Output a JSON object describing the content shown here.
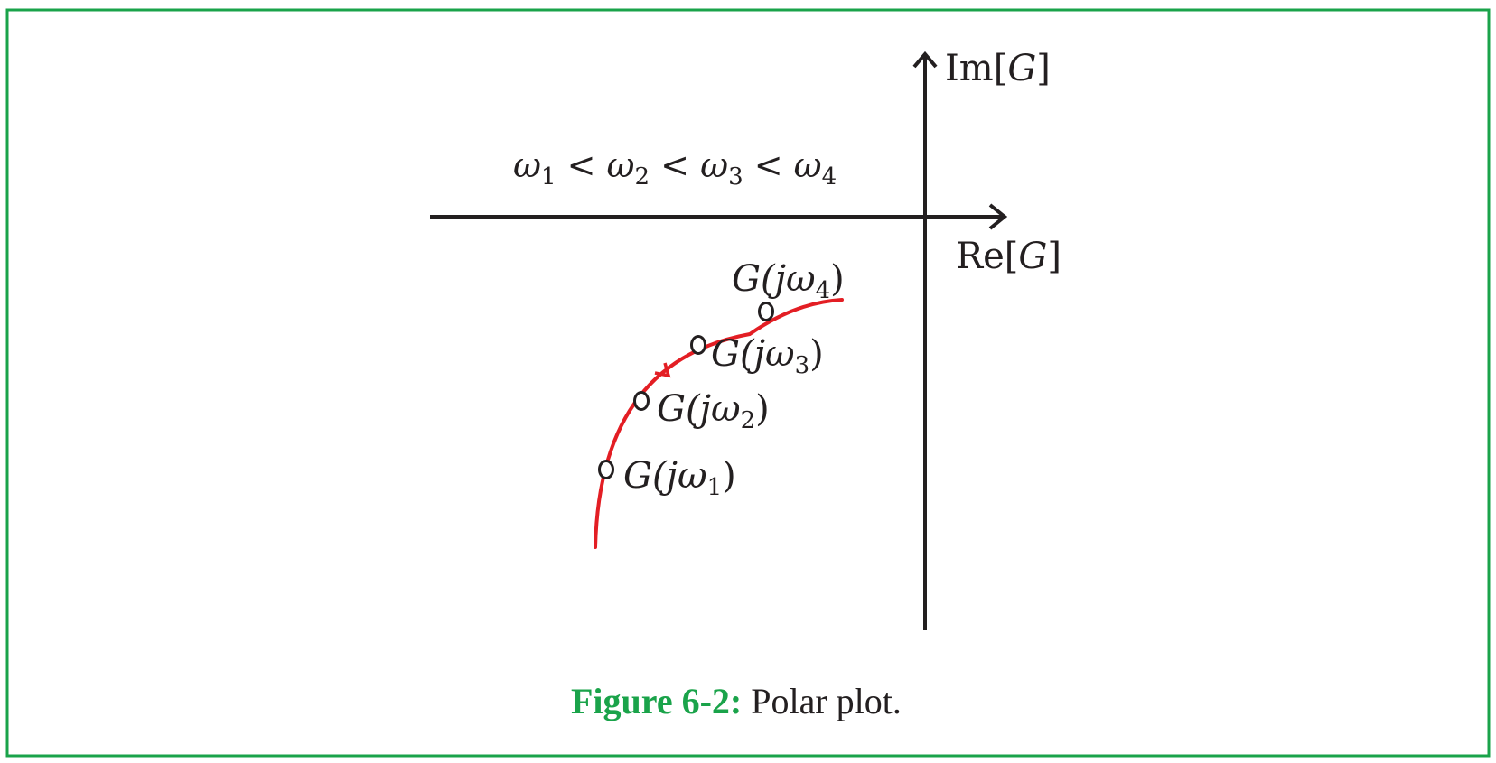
{
  "figure": {
    "frame_color": "#1aa34a",
    "curve_color": "#e31e24",
    "ink_color": "#231f20",
    "ordering_parts": [
      "ω",
      "1",
      " < ω",
      "2",
      " < ω",
      "3",
      " < ω",
      "4"
    ],
    "axes": {
      "re_label": {
        "pre": "Re[",
        "var": "G",
        "post": "]"
      },
      "im_label": {
        "pre": "Im[",
        "var": "G",
        "post": "]"
      }
    },
    "points": [
      {
        "id": "w1",
        "pre": "G(",
        "mid": "jω",
        "sub": "1",
        "post": ")"
      },
      {
        "id": "w2",
        "pre": "G(",
        "mid": "jω",
        "sub": "2",
        "post": ")"
      },
      {
        "id": "w3",
        "pre": "G(",
        "mid": "jω",
        "sub": "3",
        "post": ")"
      },
      {
        "id": "w4",
        "pre": "G(",
        "mid": "jω",
        "sub": "4",
        "post": ")"
      }
    ],
    "caption": {
      "label": "Figure 6-2:",
      "text": " Polar plot."
    }
  }
}
